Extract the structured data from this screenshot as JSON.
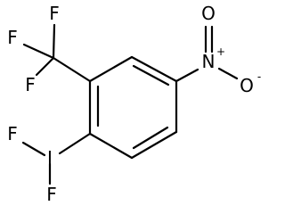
{
  "molecule": {
    "atoms": {
      "f_cf3_top": "F",
      "f_cf3_left": "F",
      "f_cf3_bottom": "F",
      "n_nitro": "N",
      "n_nitro_charge": "+",
      "o_nitro_top": "O",
      "o_nitro_right": "O",
      "o_nitro_right_charge": "-",
      "iodine": "I",
      "f_iodine_top": "F",
      "f_iodine_bottom": "F"
    }
  }
}
